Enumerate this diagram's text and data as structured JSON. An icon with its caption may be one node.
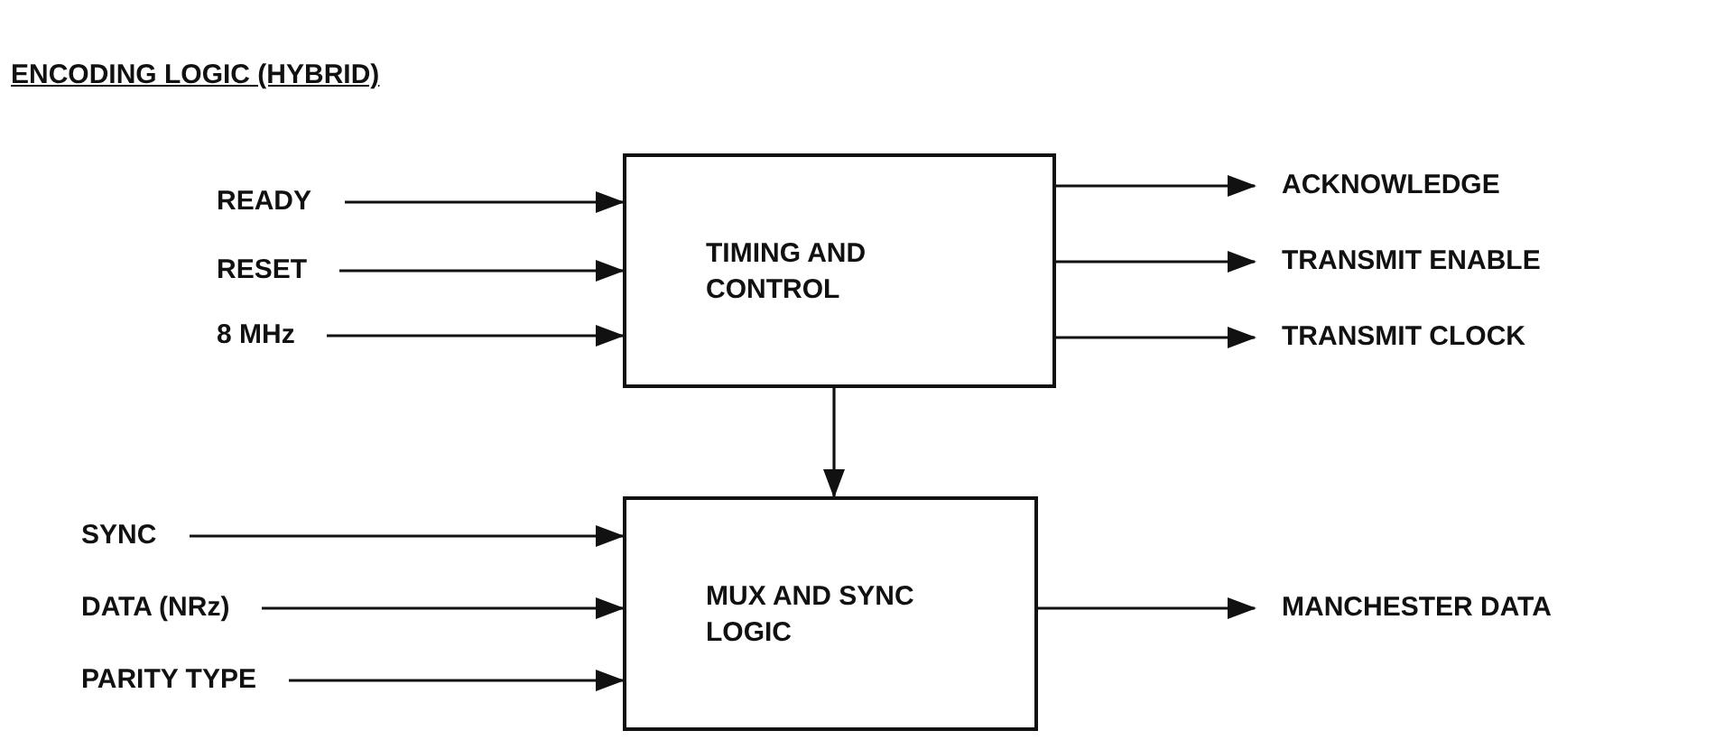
{
  "diagram": {
    "title": "ENCODING LOGIC (HYBRID)",
    "nodes": [
      {
        "text": [
          "READY"
        ]
      },
      {
        "text": [
          "RESET"
        ]
      },
      {
        "text": [
          "8 MHz"
        ]
      },
      {
        "text": [
          "TIMING AND CONTROL"
        ]
      },
      {
        "text": [
          "ACKNOWLEDGE"
        ]
      },
      {
        "text": [
          "TRANSMIT ENABLE"
        ]
      },
      {
        "text": [
          "TRANSMIT CLOCK"
        ]
      },
      {
        "text": [
          "SYNC"
        ]
      },
      {
        "text": [
          "DATA (NRz)"
        ]
      },
      {
        "text": [
          "PARITY TYPE"
        ]
      },
      {
        "text": [
          "MUX AND SYNC LOGIC"
        ]
      },
      {
        "text": [
          "MANCHESTER DATA"
        ]
      }
    ],
    "edges": [
      {
        "from": 0,
        "to": 3,
        "arrow": "to"
      },
      {
        "from": 1,
        "to": 3,
        "arrow": "to"
      },
      {
        "from": 2,
        "to": 3,
        "arrow": "to"
      },
      {
        "from": 3,
        "to": 4,
        "arrow": "to"
      },
      {
        "from": 3,
        "to": 5,
        "arrow": "to"
      },
      {
        "from": 3,
        "to": 6,
        "arrow": "to"
      },
      {
        "from": 3,
        "to": 10,
        "arrow": "to"
      },
      {
        "from": 7,
        "to": 10,
        "arrow": "to"
      },
      {
        "from": 8,
        "to": 10,
        "arrow": "to"
      },
      {
        "from": 9,
        "to": 10,
        "arrow": "to"
      },
      {
        "from": 10,
        "to": 11,
        "arrow": "to"
      }
    ]
  }
}
